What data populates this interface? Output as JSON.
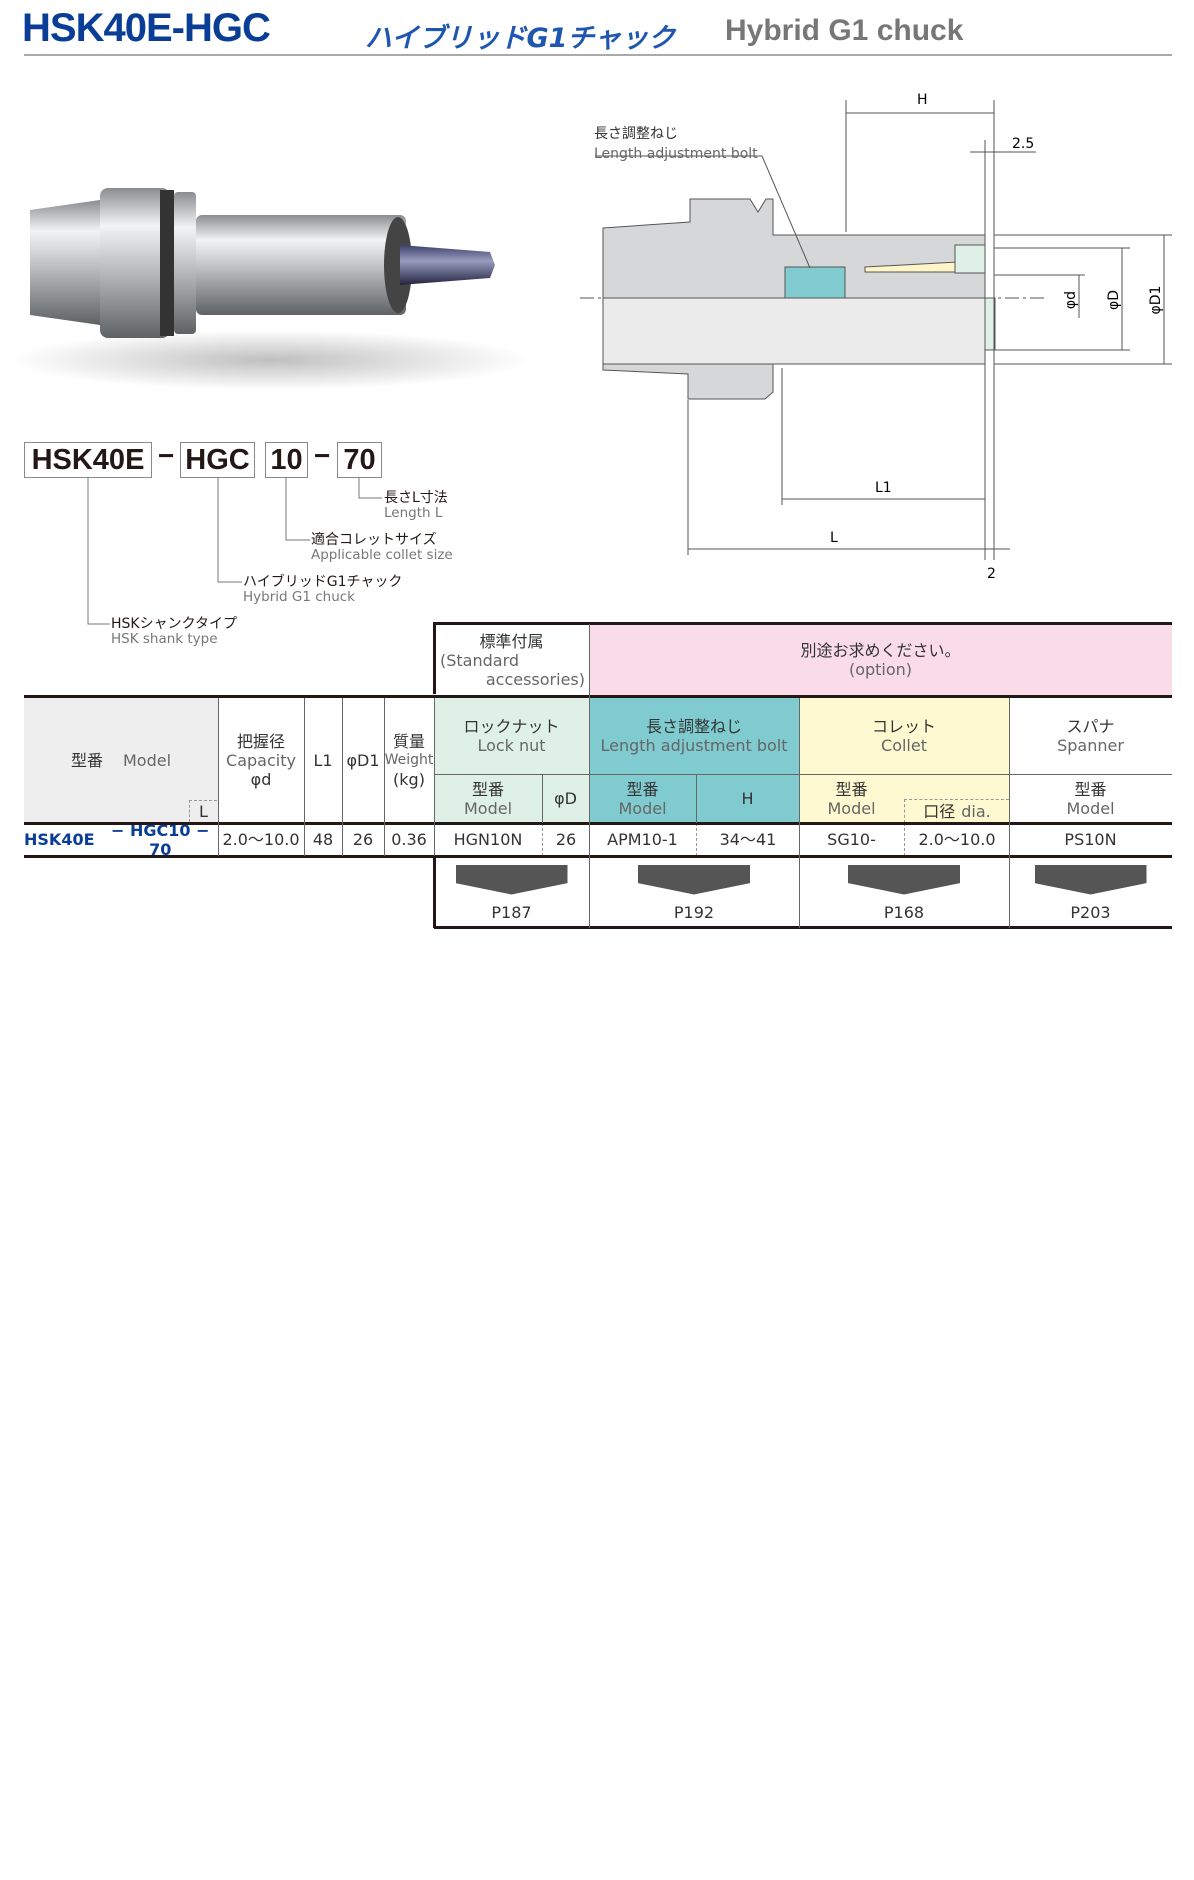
{
  "header": {
    "title": "HSK40E-HGC",
    "title_jp": "ハイブリッドG1チャック",
    "title_en": "Hybrid G1 chuck"
  },
  "diagram": {
    "bolt_label_jp": "長さ調整ねじ",
    "bolt_label_en": "Length adjustment bolt",
    "dim_H": "H",
    "dim_2_5": "2.5",
    "dim_L1": "L1",
    "dim_L": "L",
    "dim_2": "2",
    "dim_d": "φd",
    "dim_D": "φD",
    "dim_D1": "φD1"
  },
  "code": {
    "parts": [
      "HSK40E",
      "HGC",
      "10",
      "70"
    ],
    "sep": "−",
    "legend": [
      {
        "jp": "長さL寸法",
        "en": "Length L"
      },
      {
        "jp": "適合コレットサイズ",
        "en": "Applicable collet size"
      },
      {
        "jp": "ハイブリッドG1チャック",
        "en": "Hybrid G1 chuck"
      },
      {
        "jp": "HSKシャンクタイプ",
        "en": "HSK shank type"
      }
    ]
  },
  "table": {
    "std_acc": {
      "jp": "標準付属",
      "en1": "(Standard",
      "en2": "accessories)"
    },
    "option": {
      "jp": "別途お求めください。",
      "en": "(option)"
    },
    "h_model": {
      "jp": "型番",
      "en": "Model",
      "L": "L"
    },
    "h_capacity": {
      "jp": "把握径",
      "en": "Capacity",
      "sym": "φd"
    },
    "h_L1": "L1",
    "h_D1": "φD1",
    "h_weight": {
      "jp": "質量",
      "en": "Weight",
      "unit": "(kg)"
    },
    "locknut": {
      "jp": "ロックナット",
      "en": "Lock nut",
      "model_jp": "型番",
      "model_en": "Model",
      "D": "φD"
    },
    "bolt": {
      "jp": "長さ調整ねじ",
      "en": "Length adjustment bolt",
      "model_jp": "型番",
      "model_en": "Model",
      "H": "H"
    },
    "collet": {
      "jp": "コレット",
      "en": "Collet",
      "model_jp": "型番",
      "model_en": "Model",
      "dia_jp": "口径",
      "dia_en": "dia."
    },
    "spanner": {
      "jp": "スパナ",
      "en": "Spanner",
      "model_jp": "型番",
      "model_en": "Model"
    },
    "row": {
      "model_a": "HSK40E",
      "model_b": "− HGC10 − 70",
      "capacity": "2.0〜10.0",
      "L1": "48",
      "D1": "26",
      "weight": "0.36",
      "nut_model": "HGN10N",
      "nut_D": "26",
      "bolt_model": "APM10-1",
      "bolt_H": "34〜41",
      "collet_model": "SG10-",
      "collet_dia": "2.0〜10.0",
      "spanner_model": "PS10N"
    },
    "pages": [
      "P187",
      "P192",
      "P168",
      "P203"
    ]
  },
  "colors": {
    "brand": "#0a3e96",
    "pink": "#f9dce8",
    "green": "#dff0e6",
    "teal": "#7fcbd0",
    "yellow": "#fef9d0",
    "gray": "#eeeeee"
  }
}
